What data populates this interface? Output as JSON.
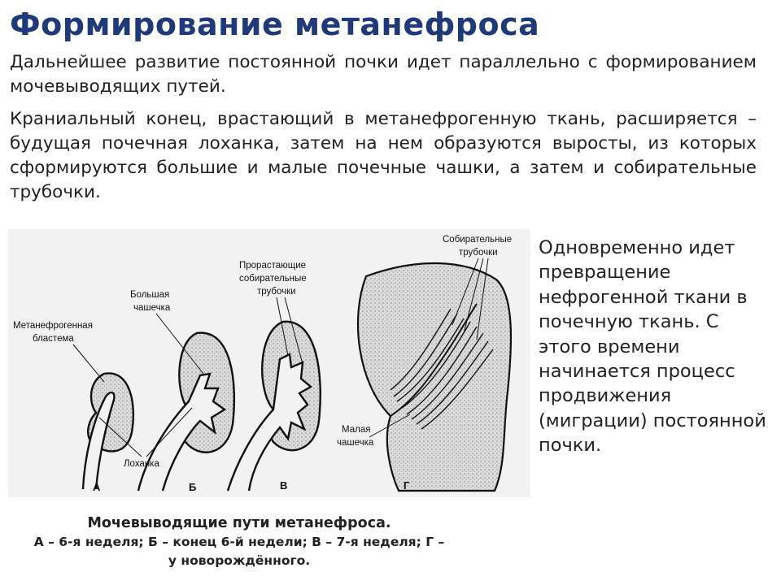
{
  "title": "Формирование метанефроса",
  "paragraphs": [
    "Дальнейшее развитие постоянной почки идет параллельно с формированием мочевыводящих путей.",
    "Краниальный конец, врастающий в метанефрогенную ткань, расширяется – будущая почечная лоханка, затем на нем образуются выросты, из которых сформируются большие и малые почечные чашки, а затем и собирательные трубочки."
  ],
  "figure": {
    "labels": {
      "blastema_line1": "Метанефрогенная",
      "blastema_line2": "бластема",
      "major_calyx_line1": "Большая",
      "major_calyx_line2": "чашечка",
      "tubules_line1": "Прорастающие",
      "tubules_line2": "собирательные",
      "tubules_line3": "трубочки",
      "collecting_line1": "Собирательные",
      "collecting_line2": "трубочки",
      "pelvis": "Лоханка",
      "minor_calyx_line1": "Малая",
      "minor_calyx_line2": "чашечка"
    },
    "stages": [
      "А",
      "Б",
      "В",
      "Г"
    ]
  },
  "side_text": "Одновременно идет превращение нефрогенной ткани в почечную ткань. С этого времени начинается процесс продвижения (миграции) постоянной почки.",
  "caption": {
    "title": "Мочевыводящие пути метанефроса.",
    "desc": "А – 6-я неделя; Б – конец 6-й недели; В – 7-я неделя; Г – у новорождённого."
  }
}
